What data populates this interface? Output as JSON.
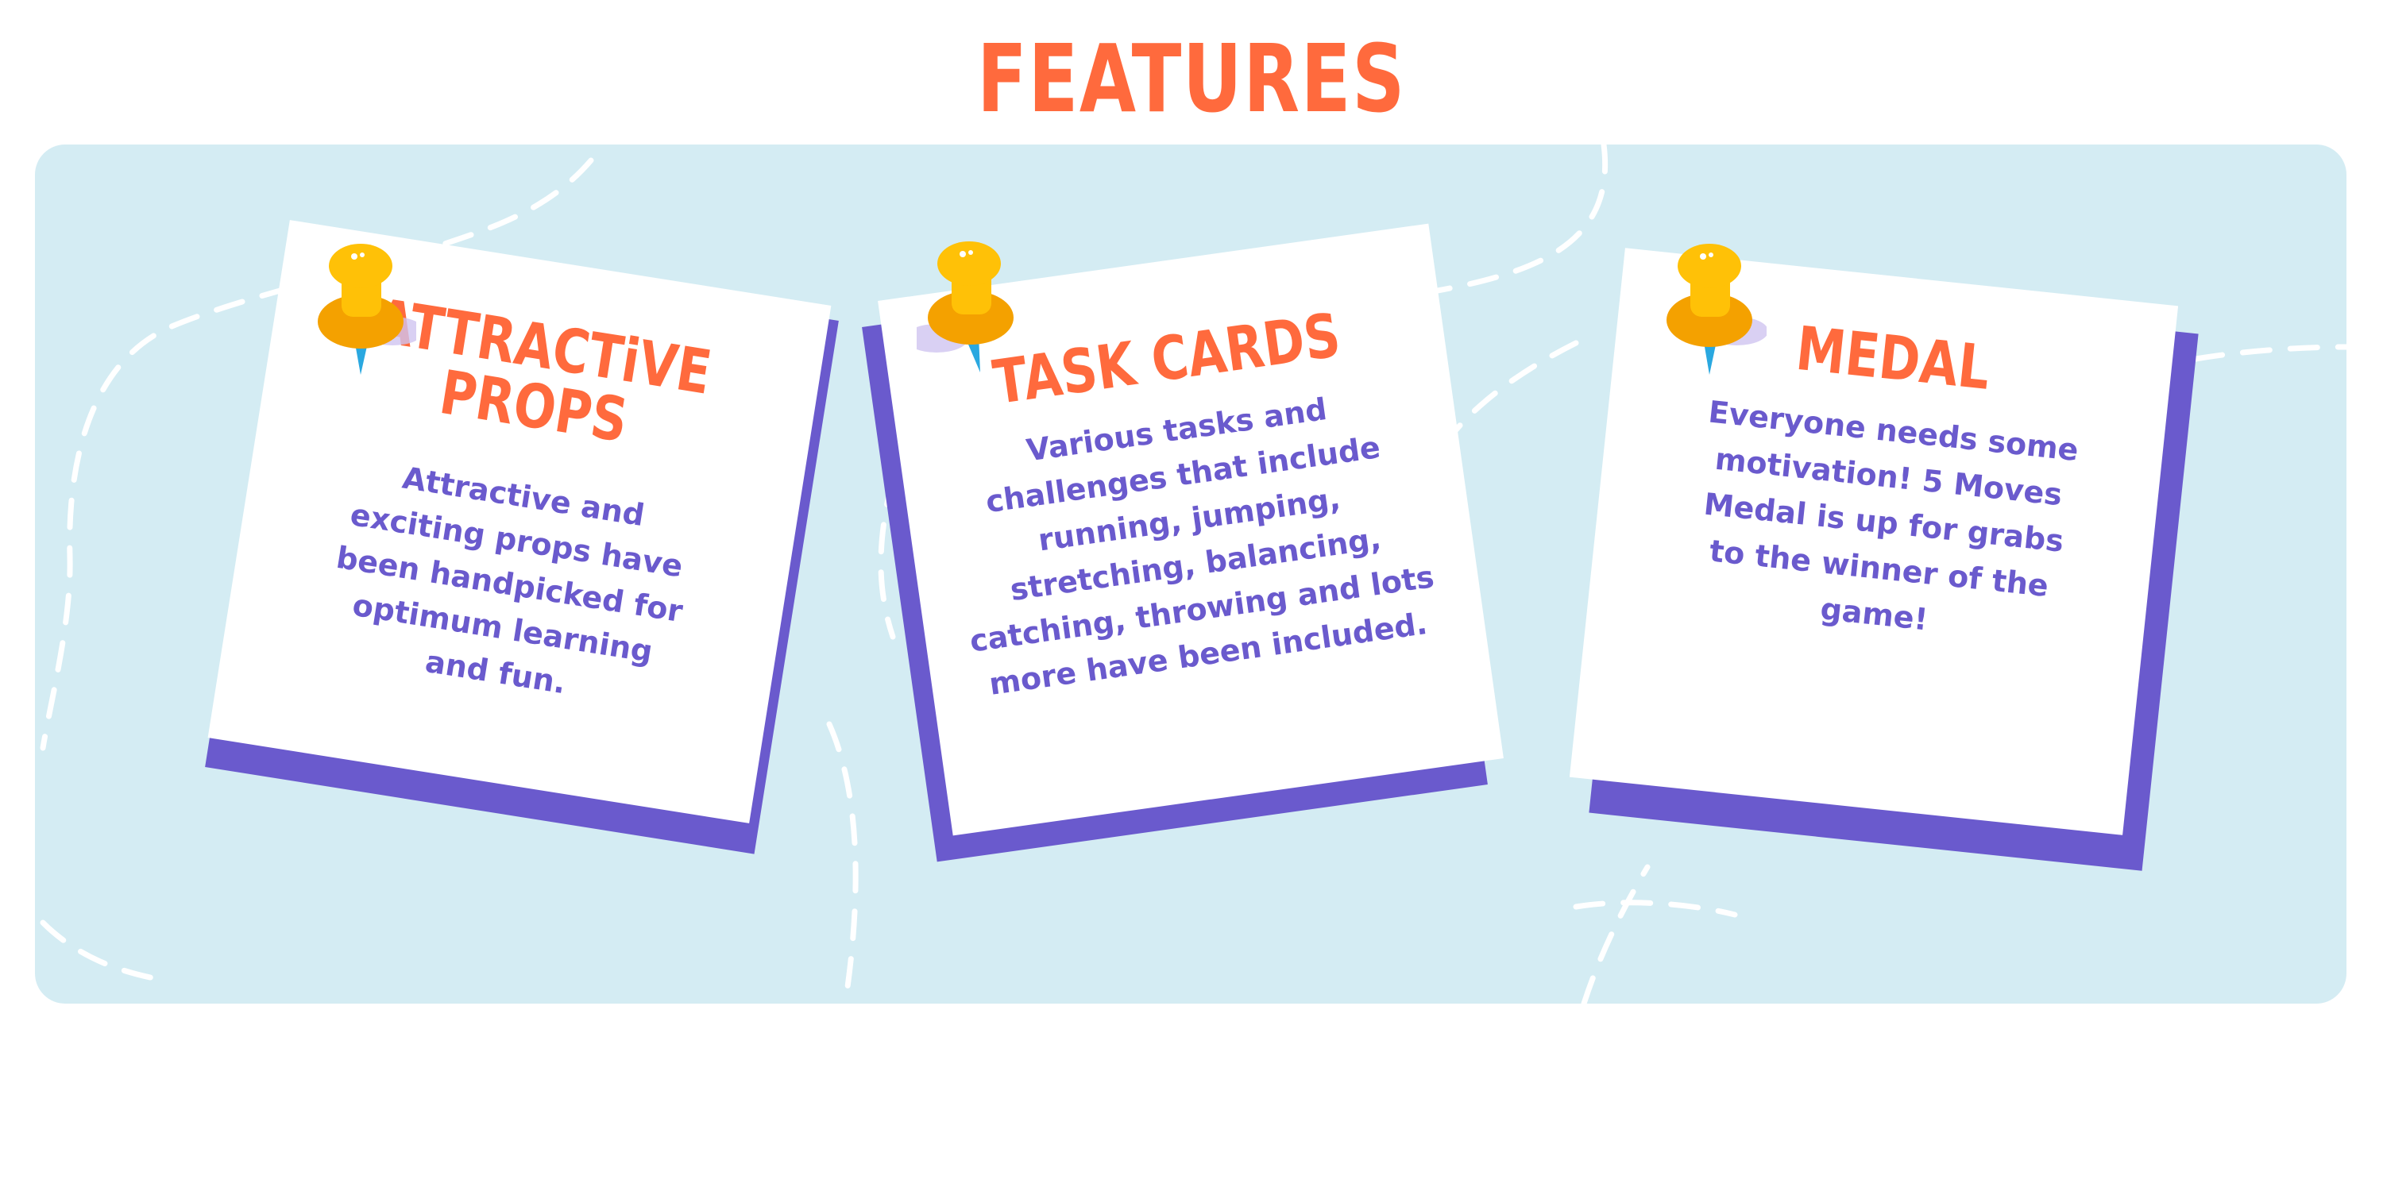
{
  "colors": {
    "title": "#ff6a3d",
    "panel": "#d4ecf3",
    "dashes": "#ffffff",
    "shadow": "#6a5acd",
    "body_text": "#6a5acd",
    "pin_yellow": "#ffc107",
    "pin_orange": "#f4a100",
    "pin_needle": "#2aa8e0"
  },
  "page_title": "FEATURES",
  "cards": [
    {
      "title": "ATTRACTiVE PROPS",
      "body": "Attractive and exciting props have been handpicked for optimum learning and  fun.",
      "icon": "pushpin-icon"
    },
    {
      "title": "TASK CARDS",
      "body": "Various tasks and challenges that include running, jumping, stretching,  balancing, catching, throwing and lots more have been included.",
      "icon": "pushpin-icon"
    },
    {
      "title": "MEDAL",
      "body": "Everyone needs some motivation! 5 Moves Medal is up for grabs to the winner of the game!",
      "icon": "pushpin-icon"
    }
  ]
}
